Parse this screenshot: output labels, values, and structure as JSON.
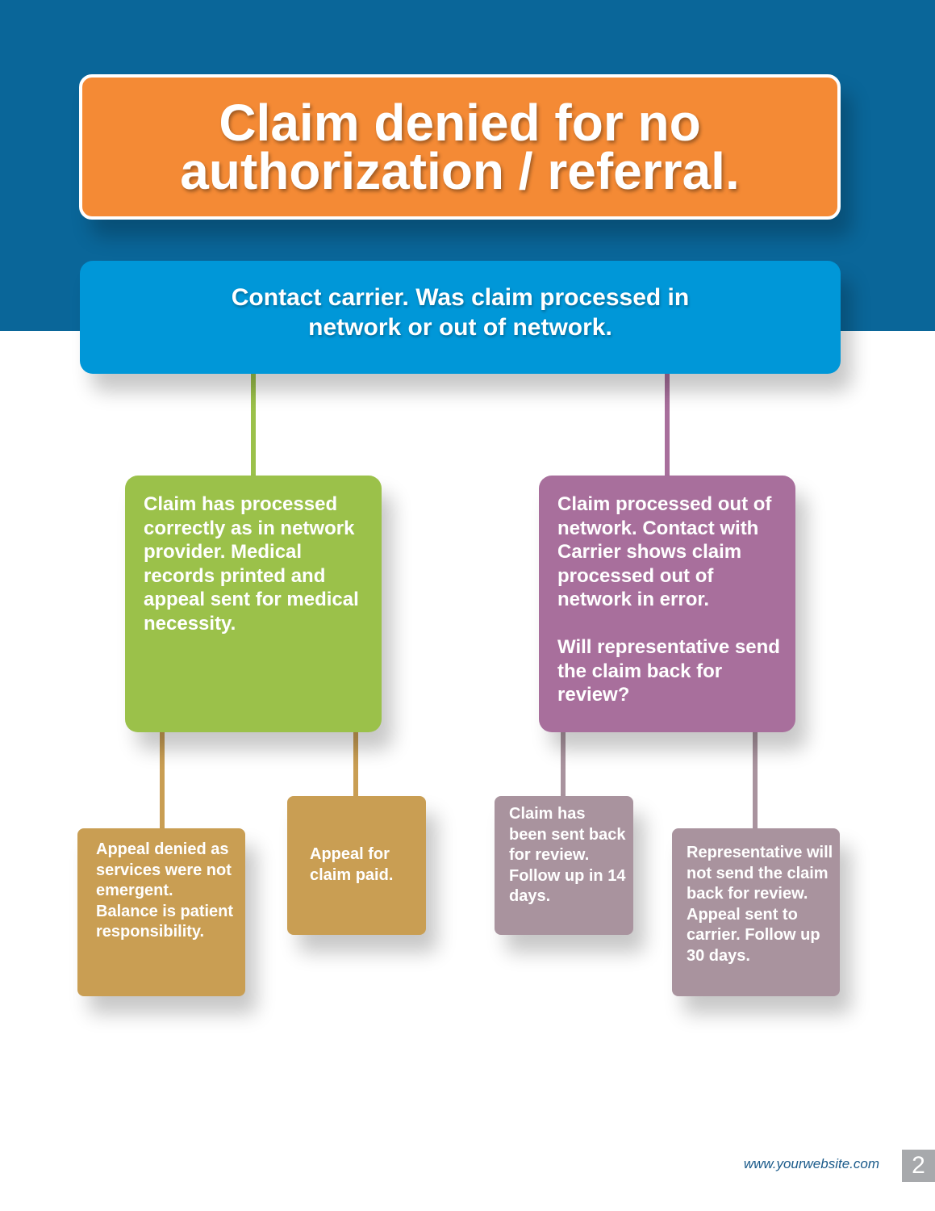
{
  "title": "Claim denied for no authorization / referral.",
  "question": "Contact carrier. Was claim processed in network or out of network.",
  "left_branch": {
    "text": "Claim has processed correctly as in network provider. Medical records printed and appeal sent for medical necessity.",
    "outcomes": [
      {
        "text": "Appeal denied as services were not emergent. Balance is patient responsibility."
      },
      {
        "text": "Appeal for claim paid."
      }
    ]
  },
  "right_branch": {
    "text": "Claim processed out of network. Contact with Carrier shows claim processed out of network in error.",
    "question": "Will representative send the claim back for review?",
    "outcomes": [
      {
        "text": "Claim has been sent back for review. Follow up in 14 days."
      },
      {
        "text": "Representative will not send the claim back for review. Appeal sent to carrier. Follow up 30 days."
      }
    ]
  },
  "footer": {
    "website": "www.yourwebsite.com",
    "page_number": "2"
  },
  "colors": {
    "header_band": "#0a6699",
    "title_box": "#f48a35",
    "question_box": "#0097d8",
    "left_branch": "#9bc14a",
    "right_branch": "#a86f9c",
    "left_outcomes": "#c99e53",
    "right_outcomes": "#a9939e"
  }
}
